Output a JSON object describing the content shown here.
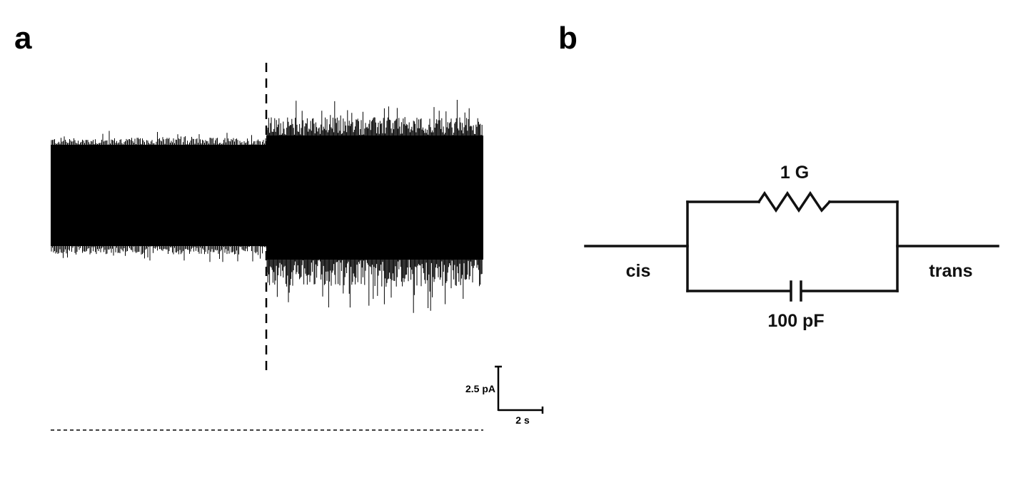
{
  "panels": {
    "a": {
      "label": "a",
      "scale_bar": {
        "vertical_label": "2.5 pA",
        "horizontal_label": "2 s"
      }
    },
    "b": {
      "label": "b",
      "resistor_label": "1 G",
      "capacitor_label": "100 pF",
      "left_terminal_label": "cis",
      "right_terminal_label": "trans"
    }
  },
  "colors": {
    "trace": "#000000",
    "wire": "#111111",
    "background": "#ffffff"
  }
}
